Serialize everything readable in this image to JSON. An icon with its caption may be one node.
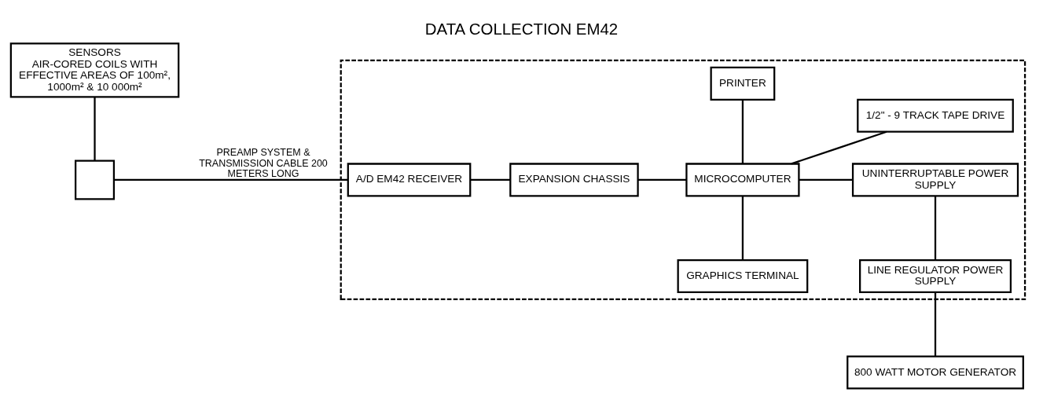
{
  "diagram": {
    "title": "DATA COLLECTION EM42",
    "nodes": [
      {
        "text": [],
        "shape": "box"
      },
      {
        "text": [
          "SENSORS",
          "AIR-CORED COILS WITH EFFECTIVE AREAS OF 100m², 1000m² & 10 000m²"
        ]
      },
      {
        "text": [],
        "shape": "box"
      },
      {
        "text": [
          "A/D EM42 RECEIVER"
        ],
        "in": 0
      },
      {
        "text": [
          "EXPANSION CHASSIS"
        ],
        "in": 0
      },
      {
        "text": [
          "GRAPHICS TERMINAL"
        ],
        "in": 0
      },
      {
        "text": [
          "MICROCOMPUTER"
        ],
        "in": 0
      },
      {
        "text": [
          "PRINTER"
        ],
        "in": 0
      },
      {
        "text": [
          "800 WATT MOTOR GENERATOR"
        ]
      },
      {
        "text": [
          "LINE REGULATOR POWER SUPPLY"
        ],
        "in": 0
      },
      {
        "text": [
          "UNINTERRUPTABLE POWER SUPPLY"
        ],
        "in": 0
      },
      {
        "text": [
          "1/2\" - 9 TRACK TAPE DRIVE"
        ],
        "in": 0
      }
    ],
    "edges": [
      {
        "from": 1,
        "to": 2,
        "arrow": "none"
      },
      {
        "from": 2,
        "to": 3,
        "arrow": "none",
        "label": "PREAMP SYSTEM & TRANSMISSION CABLE 200 METERS LONG"
      },
      {
        "from": 3,
        "to": 4,
        "arrow": "none"
      },
      {
        "from": 4,
        "to": 6,
        "arrow": "none"
      },
      {
        "from": 5,
        "to": 6,
        "arrow": "none"
      },
      {
        "from": 6,
        "to": 7,
        "arrow": "none"
      },
      {
        "from": 8,
        "to": 9,
        "arrow": "none"
      },
      {
        "from": 9,
        "to": 10,
        "arrow": "none"
      },
      {
        "from": 6,
        "to": 10,
        "arrow": "none"
      },
      {
        "from": 6,
        "to": 11,
        "arrow": "none"
      }
    ]
  }
}
